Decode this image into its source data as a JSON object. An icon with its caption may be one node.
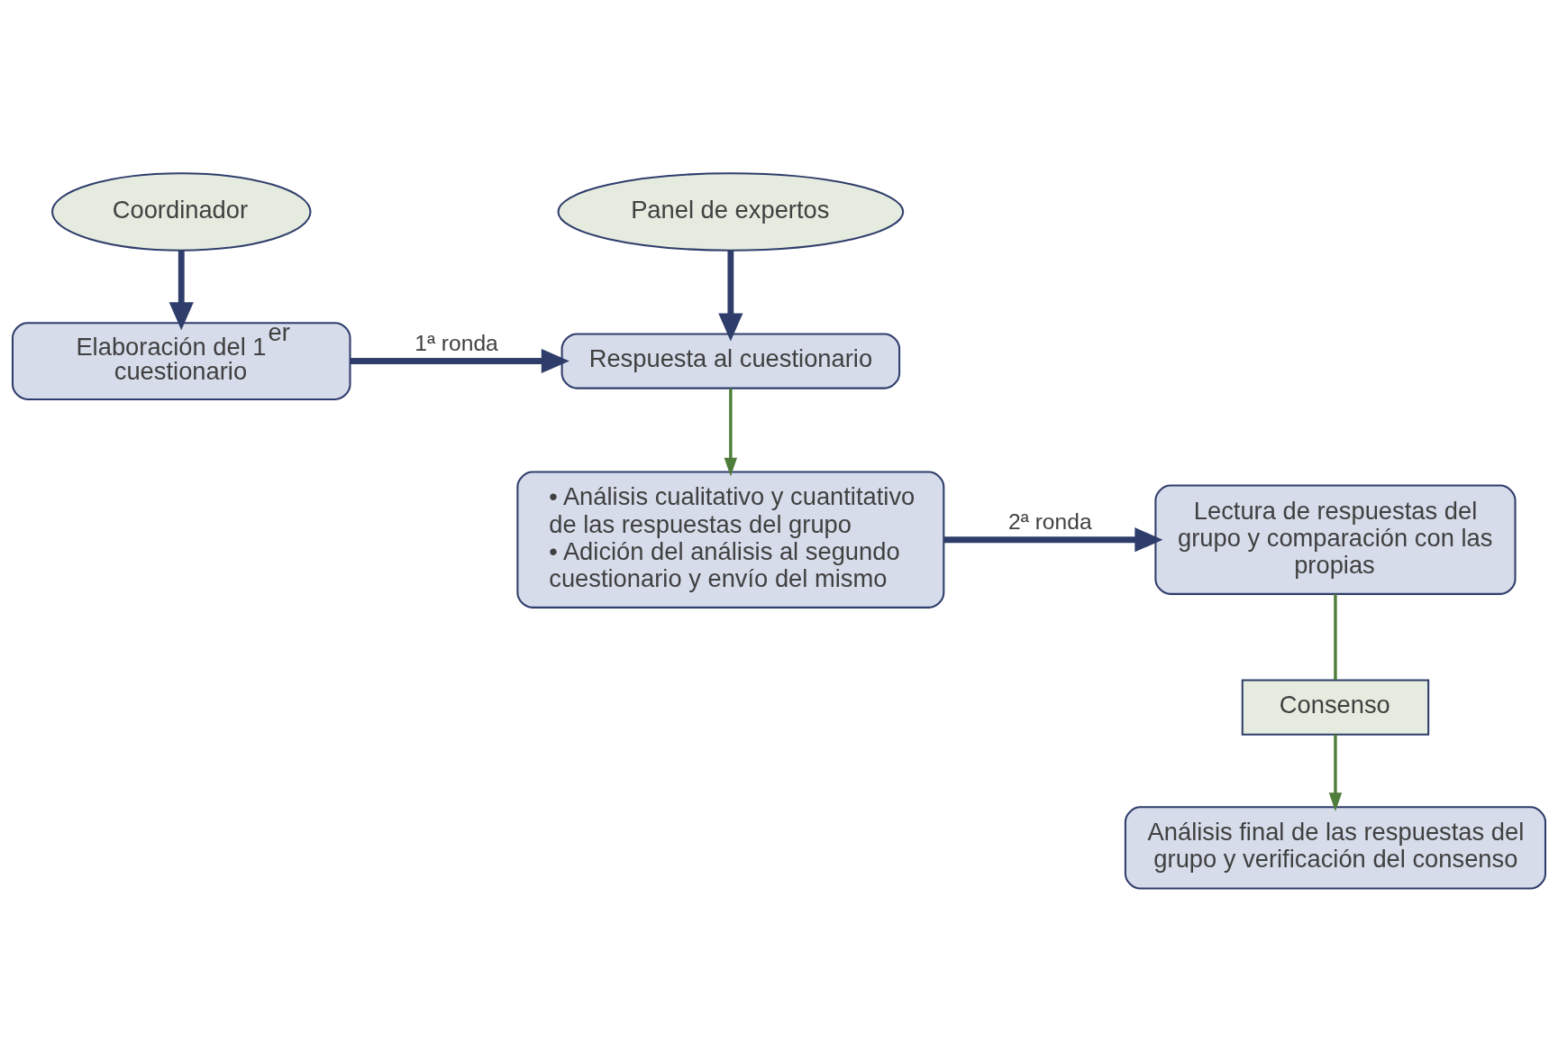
{
  "diagram": {
    "nodes": [
      {
        "text": [
          "Coordinador"
        ]
      },
      {
        "text": [
          "Panel de expertos"
        ]
      },
      {
        "text": [
          "Elaboración del 1$^{er}$ cuestionario"
        ]
      },
      {
        "text": [
          "Respuesta al cuestionario"
        ]
      },
      {
        "text": [
          "• Análisis cualitativo y cuantitativo de las respuestas del grupo",
          "• Adición del análisis al segundo cuestionario y envío del mismo"
        ]
      },
      {
        "text": [
          "Lectura de respuestas del grupo y comparación con las propias"
        ]
      },
      {
        "text": [
          "Consenso"
        ]
      },
      {
        "text": [
          "Análisis final de las respuestas del grupo y verificación del consenso"
        ]
      }
    ],
    "edges": [
      {
        "from": 0,
        "to": 2,
        "arrow": "to"
      },
      {
        "from": 1,
        "to": 3,
        "arrow": "to"
      },
      {
        "from": 2,
        "to": 3,
        "arrow": "to",
        "label": "1ª ronda"
      },
      {
        "from": 3,
        "to": 4,
        "arrow": "to",
        "color": "#4f7d3a"
      },
      {
        "from": 4,
        "to": 5,
        "arrow": "to",
        "label": "2ª ronda"
      },
      {
        "from": 5,
        "to": 6,
        "arrow": "none",
        "color": "#4f7d3a"
      },
      {
        "from": 6,
        "to": 7,
        "arrow": "to",
        "color": "#4f7d3a"
      }
    ]
  }
}
